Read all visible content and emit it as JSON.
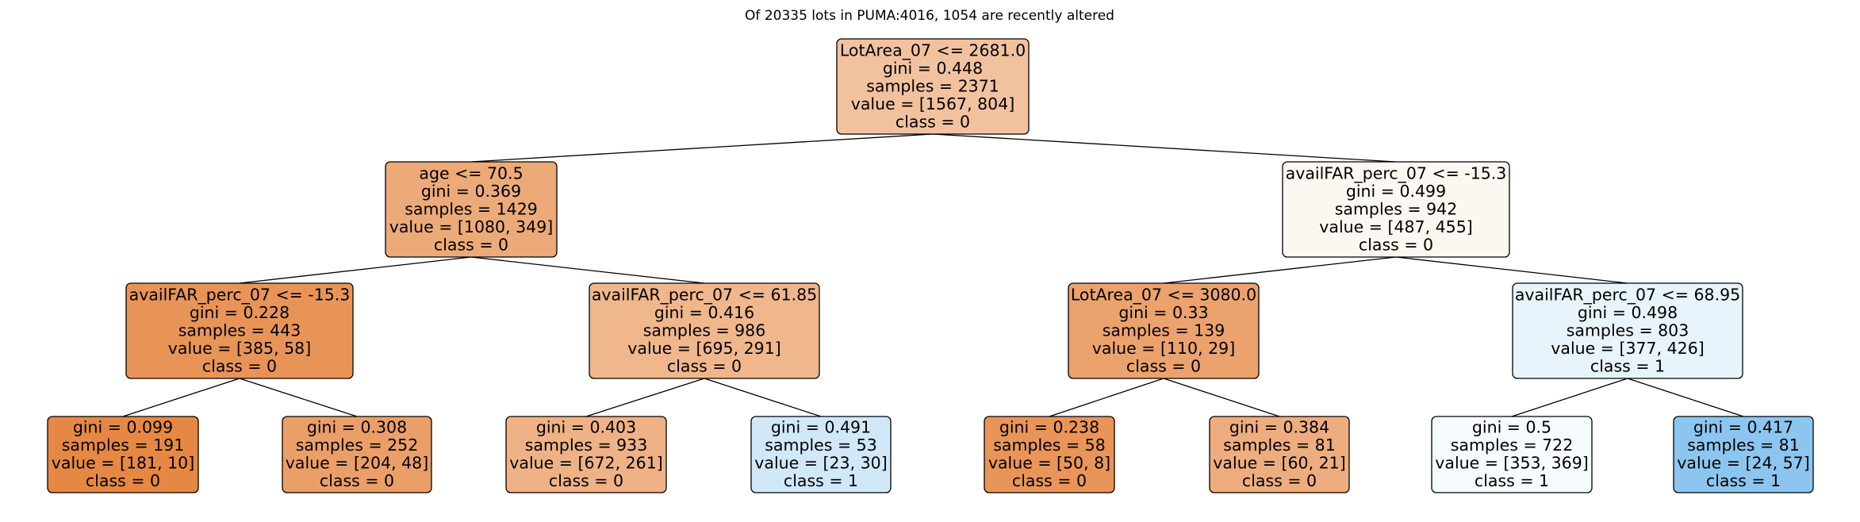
{
  "title": "Of 20335 lots in PUMA:4016, 1054 are recently altered",
  "colors": {
    "class_0": "#e58139",
    "class_1": "#399de5"
  },
  "nodes": [
    {
      "id": "n0",
      "lines": [
        "LotArea_07 <= 2681.0",
        "gini = 0.448",
        "samples = 2371",
        "value = [1567, 804]",
        "class = 0"
      ],
      "class": 0,
      "purity": 0.487
    },
    {
      "id": "n1",
      "lines": [
        "age <= 70.5",
        "gini = 0.369",
        "samples = 1429",
        "value = [1080, 349]",
        "class = 0"
      ],
      "class": 0,
      "purity": 0.677
    },
    {
      "id": "n2",
      "lines": [
        "availFAR_perc_07 <= -15.3",
        "gini = 0.499",
        "samples = 942",
        "value = [487, 455]",
        "class = 0"
      ],
      "class": 0,
      "purity": 0.066
    },
    {
      "id": "n3",
      "lines": [
        "availFAR_perc_07 <= -15.3",
        "gini = 0.228",
        "samples = 443",
        "value = [385, 58]",
        "class = 0"
      ],
      "class": 0,
      "purity": 0.849
    },
    {
      "id": "n4",
      "lines": [
        "availFAR_perc_07 <= 61.85",
        "gini = 0.416",
        "samples = 986",
        "value = [695, 291]",
        "class = 0"
      ],
      "class": 0,
      "purity": 0.581
    },
    {
      "id": "n5",
      "lines": [
        "LotArea_07 <= 3080.0",
        "gini = 0.33",
        "samples = 139",
        "value = [110, 29]",
        "class = 0"
      ],
      "class": 0,
      "purity": 0.736
    },
    {
      "id": "n6",
      "lines": [
        "availFAR_perc_07 <= 68.95",
        "gini = 0.498",
        "samples = 803",
        "value = [377, 426]",
        "class = 1"
      ],
      "class": 1,
      "purity": 0.115
    },
    {
      "id": "n7",
      "lines": [
        "gini = 0.099",
        "samples = 191",
        "value = [181, 10]",
        "class = 0"
      ],
      "class": 0,
      "purity": 0.945
    },
    {
      "id": "n8",
      "lines": [
        "gini = 0.308",
        "samples = 252",
        "value = [204, 48]",
        "class = 0"
      ],
      "class": 0,
      "purity": 0.765
    },
    {
      "id": "n9",
      "lines": [
        "gini = 0.403",
        "samples = 933",
        "value = [672, 261]",
        "class = 0"
      ],
      "class": 0,
      "purity": 0.612
    },
    {
      "id": "n10",
      "lines": [
        "gini = 0.491",
        "samples = 53",
        "value = [23, 30]",
        "class = 1"
      ],
      "class": 1,
      "purity": 0.233
    },
    {
      "id": "n11",
      "lines": [
        "gini = 0.238",
        "samples = 58",
        "value = [50, 8]",
        "class = 0"
      ],
      "class": 0,
      "purity": 0.84
    },
    {
      "id": "n12",
      "lines": [
        "gini = 0.384",
        "samples = 81",
        "value = [60, 21]",
        "class = 0"
      ],
      "class": 0,
      "purity": 0.65
    },
    {
      "id": "n13",
      "lines": [
        "gini = 0.5",
        "samples = 722",
        "value = [353, 369]",
        "class = 1"
      ],
      "class": 1,
      "purity": 0.043
    },
    {
      "id": "n14",
      "lines": [
        "gini = 0.417",
        "samples = 81",
        "value = [24, 57]",
        "class = 1"
      ],
      "class": 1,
      "purity": 0.579
    }
  ],
  "edges": [
    [
      "n0",
      "n1"
    ],
    [
      "n0",
      "n2"
    ],
    [
      "n1",
      "n3"
    ],
    [
      "n1",
      "n4"
    ],
    [
      "n2",
      "n5"
    ],
    [
      "n2",
      "n6"
    ],
    [
      "n3",
      "n7"
    ],
    [
      "n3",
      "n8"
    ],
    [
      "n4",
      "n9"
    ],
    [
      "n4",
      "n10"
    ],
    [
      "n5",
      "n11"
    ],
    [
      "n5",
      "n12"
    ],
    [
      "n6",
      "n13"
    ],
    [
      "n6",
      "n14"
    ]
  ]
}
